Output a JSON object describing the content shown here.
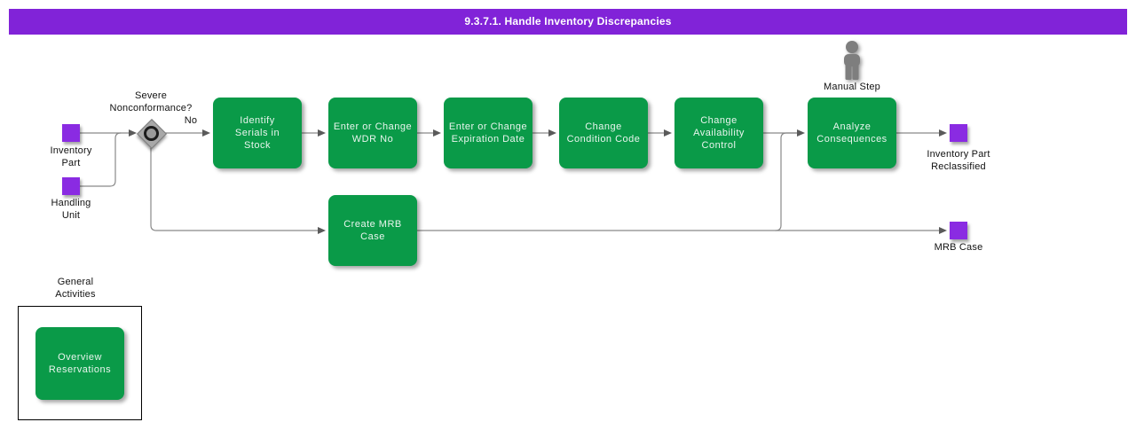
{
  "title": "9.3.7.1. Handle Inventory Discrepancies",
  "decision": {
    "label": "Severe\nNonconformance?",
    "branch_no": "No"
  },
  "events": {
    "inventory_part": "Inventory\nPart",
    "handling_unit": "Handling\nUnit",
    "inventory_part_reclassified": "Inventory Part\nReclassified",
    "mrb_case": "MRB Case"
  },
  "activities": {
    "identify_serials": "Identify\nSerials in\nStock",
    "enter_wdr": "Enter or Change\nWDR No",
    "enter_expiration": "Enter or Change\nExpiration Date",
    "change_condition": "Change\nCondition Code",
    "change_availability": "Change\nAvailability\nControl",
    "analyze_consequences": "Analyze\nConsequences",
    "create_mrb_case": "Create MRB\nCase",
    "overview_reservations": "Overview\nReservations"
  },
  "manual_step": {
    "label": "Manual Step"
  },
  "general_activities": {
    "label": "General\nActivities"
  },
  "colors": {
    "titlebar_purple": "#8123D8",
    "activity_green": "#0A9A48",
    "event_purple": "#8A2BE2",
    "connector_gray": "#898989",
    "diamond_gray": "#A8A8A8"
  }
}
